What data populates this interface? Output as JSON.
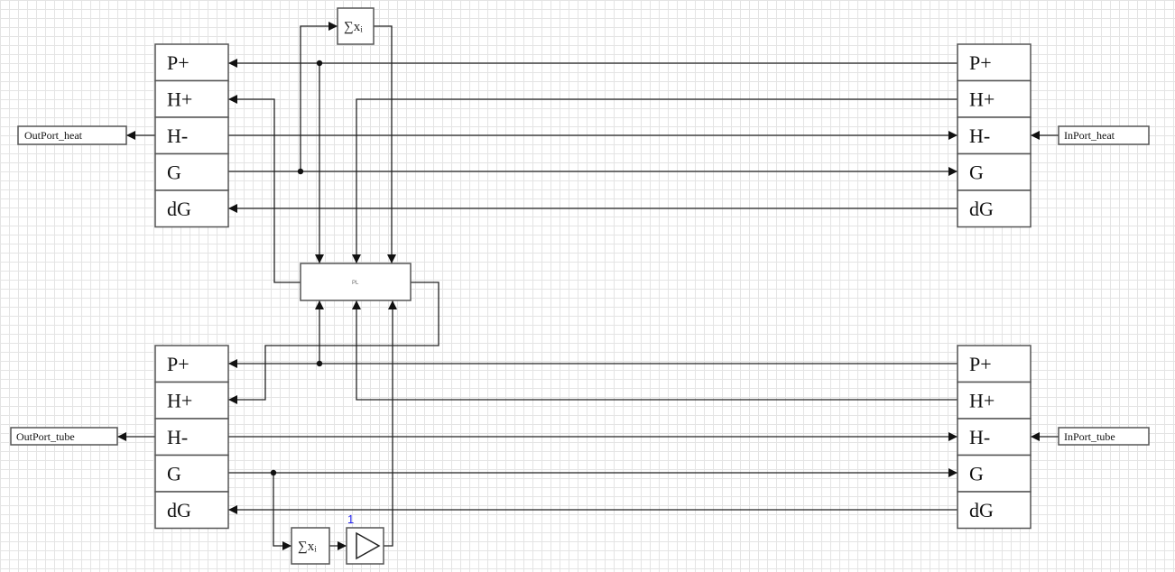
{
  "diagram": {
    "top_left_block": {
      "ports": [
        "P+",
        "H+",
        "H-",
        "G",
        "dG"
      ]
    },
    "top_right_block": {
      "ports": [
        "P+",
        "H+",
        "H-",
        "G",
        "dG"
      ]
    },
    "bottom_left_block": {
      "ports": [
        "P+",
        "H+",
        "H-",
        "G",
        "dG"
      ]
    },
    "bottom_right_block": {
      "ports": [
        "P+",
        "H+",
        "H-",
        "G",
        "dG"
      ]
    },
    "out_port_heat": "OutPort_heat",
    "in_port_heat": "InPort_heat",
    "out_port_tube": "OutPort_tube",
    "in_port_tube": "InPort_tube",
    "sum_top": "∑xᵢ",
    "sum_bottom": "∑xᵢ",
    "pl_block": "PL",
    "gain_value": "1"
  }
}
